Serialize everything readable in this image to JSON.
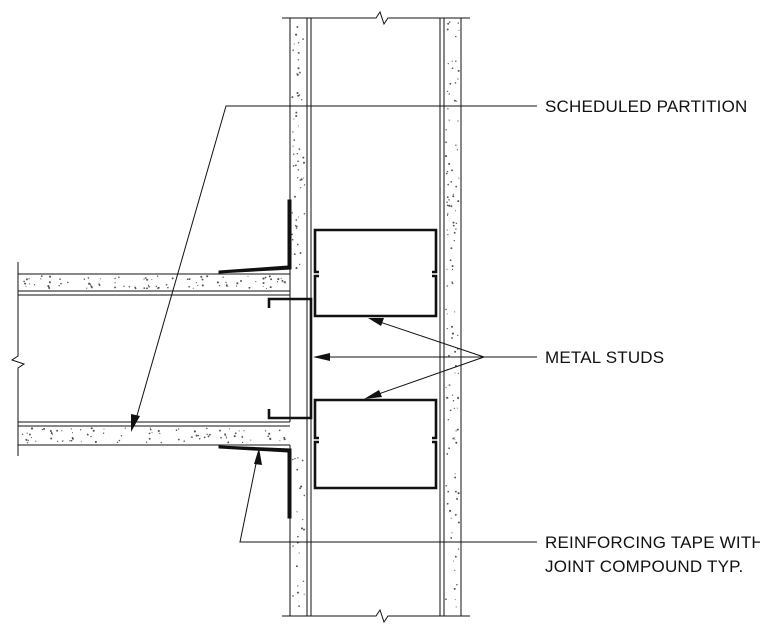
{
  "colors": {
    "line": "#111111",
    "background": "#ffffff",
    "gypsum_speck": "#555555"
  },
  "labels": {
    "scheduled_partition": "SCHEDULED PARTITION",
    "metal_studs": "METAL STUDS",
    "reinforcing_tape_line1": "REINFORCING TAPE WITH",
    "reinforcing_tape_line2": "JOINT COMPOUND TYP."
  }
}
